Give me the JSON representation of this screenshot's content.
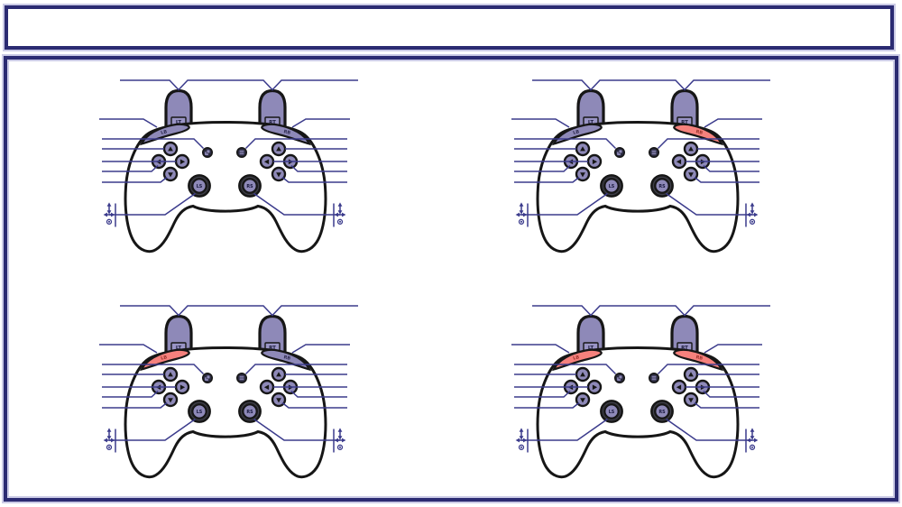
{
  "header": {
    "title": ""
  },
  "labels": {
    "lt": "LT",
    "rt": "RT",
    "lb": "LB",
    "rb": "RB",
    "ls": "LS",
    "rs": "RS"
  },
  "colors": {
    "outline": "#161616",
    "body_fill": "#ffffff",
    "callout_line": "#3b3b8c",
    "frame_border": "#2b2b72",
    "frame_inner_line": "#cbcbe6",
    "button_purple": "#8e89b8",
    "trigger_chip": "#9a95c6",
    "highlight_red": "#f5817d",
    "bumper_text_dark": "#2e2a50",
    "bumper_text_red": "#9c352e",
    "center_button_dark": "#2b2b40",
    "stick_dark": "#1b1b1b",
    "stick_text": "#16163c",
    "label_text": "#1c1c3c"
  },
  "controllers": [
    {
      "id": "controller-1",
      "position": "top-left",
      "lb_highlighted": false,
      "rb_highlighted": false
    },
    {
      "id": "controller-2",
      "position": "top-right",
      "lb_highlighted": false,
      "rb_highlighted": true
    },
    {
      "id": "controller-3",
      "position": "bottom-left",
      "lb_highlighted": true,
      "rb_highlighted": false
    },
    {
      "id": "controller-4",
      "position": "bottom-right",
      "lb_highlighted": true,
      "rb_highlighted": true
    }
  ],
  "marker_icons": [
    "vertical-move-icon",
    "horizontal-move-icon",
    "press-icon"
  ],
  "button_icons": [
    "up-arrow-icon",
    "down-arrow-icon",
    "left-arrow-icon",
    "right-arrow-icon",
    "view-icon",
    "menu-icon"
  ]
}
